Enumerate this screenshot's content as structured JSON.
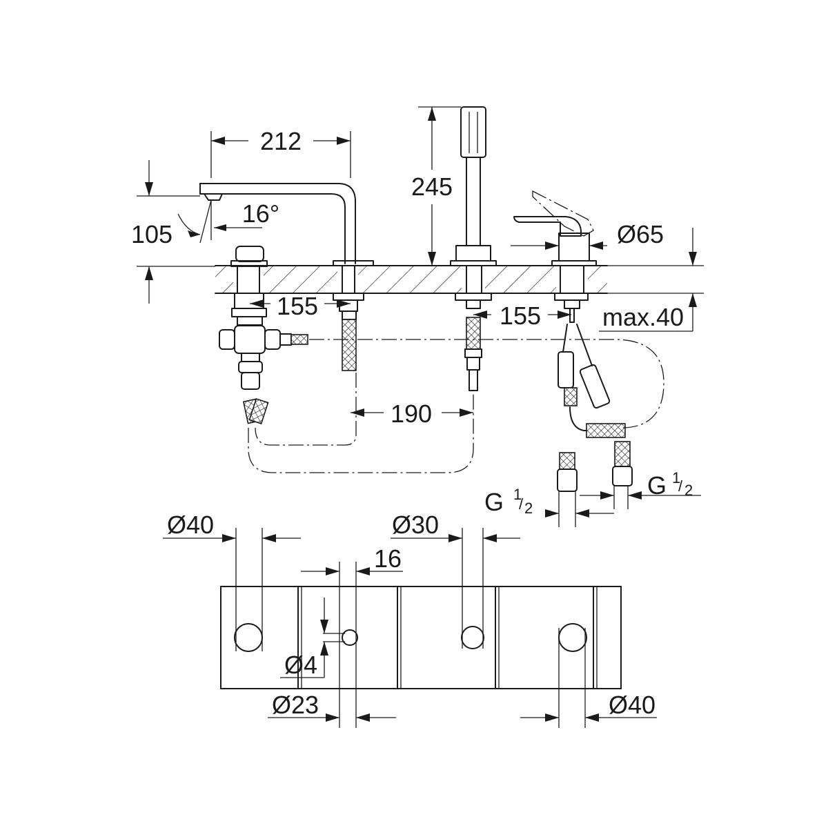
{
  "labels": {
    "spout_width": "212",
    "spout_height": "105",
    "spout_angle": "16°",
    "handshower_height": "245",
    "lever_diameter": "Ø65",
    "spacing_left": "155",
    "spacing_right": "155",
    "max_deck": "max.40",
    "spacing_190": "190",
    "thread_left_main": "G",
    "thread_left_num": "1",
    "thread_left_den": "2",
    "thread_right_main": "G",
    "thread_right_num": "1",
    "thread_right_den": "2",
    "hole_40_left": "Ø40",
    "hole_30": "Ø30",
    "pin_16": "16",
    "pin_4": "Ø4",
    "hole_23": "Ø23",
    "hole_40_right": "Ø40"
  },
  "colors": {
    "line": "#1a1a1a",
    "background": "#ffffff"
  }
}
